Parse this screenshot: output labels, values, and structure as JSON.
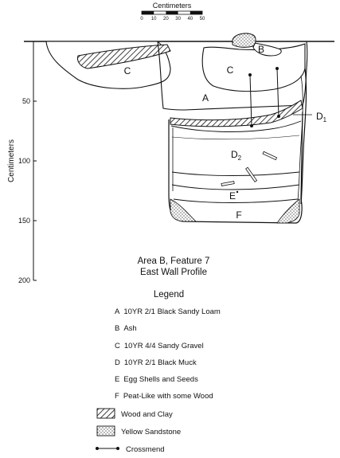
{
  "scale_bar": {
    "label": "Centimeters",
    "ticks": [
      "0",
      "10",
      "20",
      "30",
      "40",
      "50"
    ]
  },
  "vertical_axis": {
    "label": "Centimeters",
    "ticks": [
      "50",
      "100",
      "150",
      "200"
    ]
  },
  "layer_labels": {
    "a": "A",
    "b": "B",
    "c_left": "C",
    "c_right": "C",
    "d1": "D",
    "d1_sub": "1",
    "d2": "D",
    "d2_sub": "2",
    "e": "E",
    "f": "F"
  },
  "title": {
    "line1": "Area B, Feature 7",
    "line2": "East Wall Profile"
  },
  "legend": {
    "heading": "Legend",
    "items": [
      {
        "key": "A",
        "text": "10YR 2/1 Black Sandy Loam"
      },
      {
        "key": "B",
        "text": "Ash"
      },
      {
        "key": "C",
        "text": "10YR 4/4 Sandy Gravel"
      },
      {
        "key": "D",
        "text": "10YR 2/1 Black Muck"
      },
      {
        "key": "E",
        "text": "Egg Shells and Seeds"
      },
      {
        "key": "F",
        "text": "Peat-Like with some Wood"
      }
    ],
    "symbols": [
      {
        "icon": "hatch-swatch-icon",
        "text": "Wood and Clay"
      },
      {
        "icon": "stipple-swatch-icon",
        "text": "Yellow Sandstone"
      },
      {
        "icon": "crossmend-line-icon",
        "text": "Crossmend"
      }
    ]
  }
}
